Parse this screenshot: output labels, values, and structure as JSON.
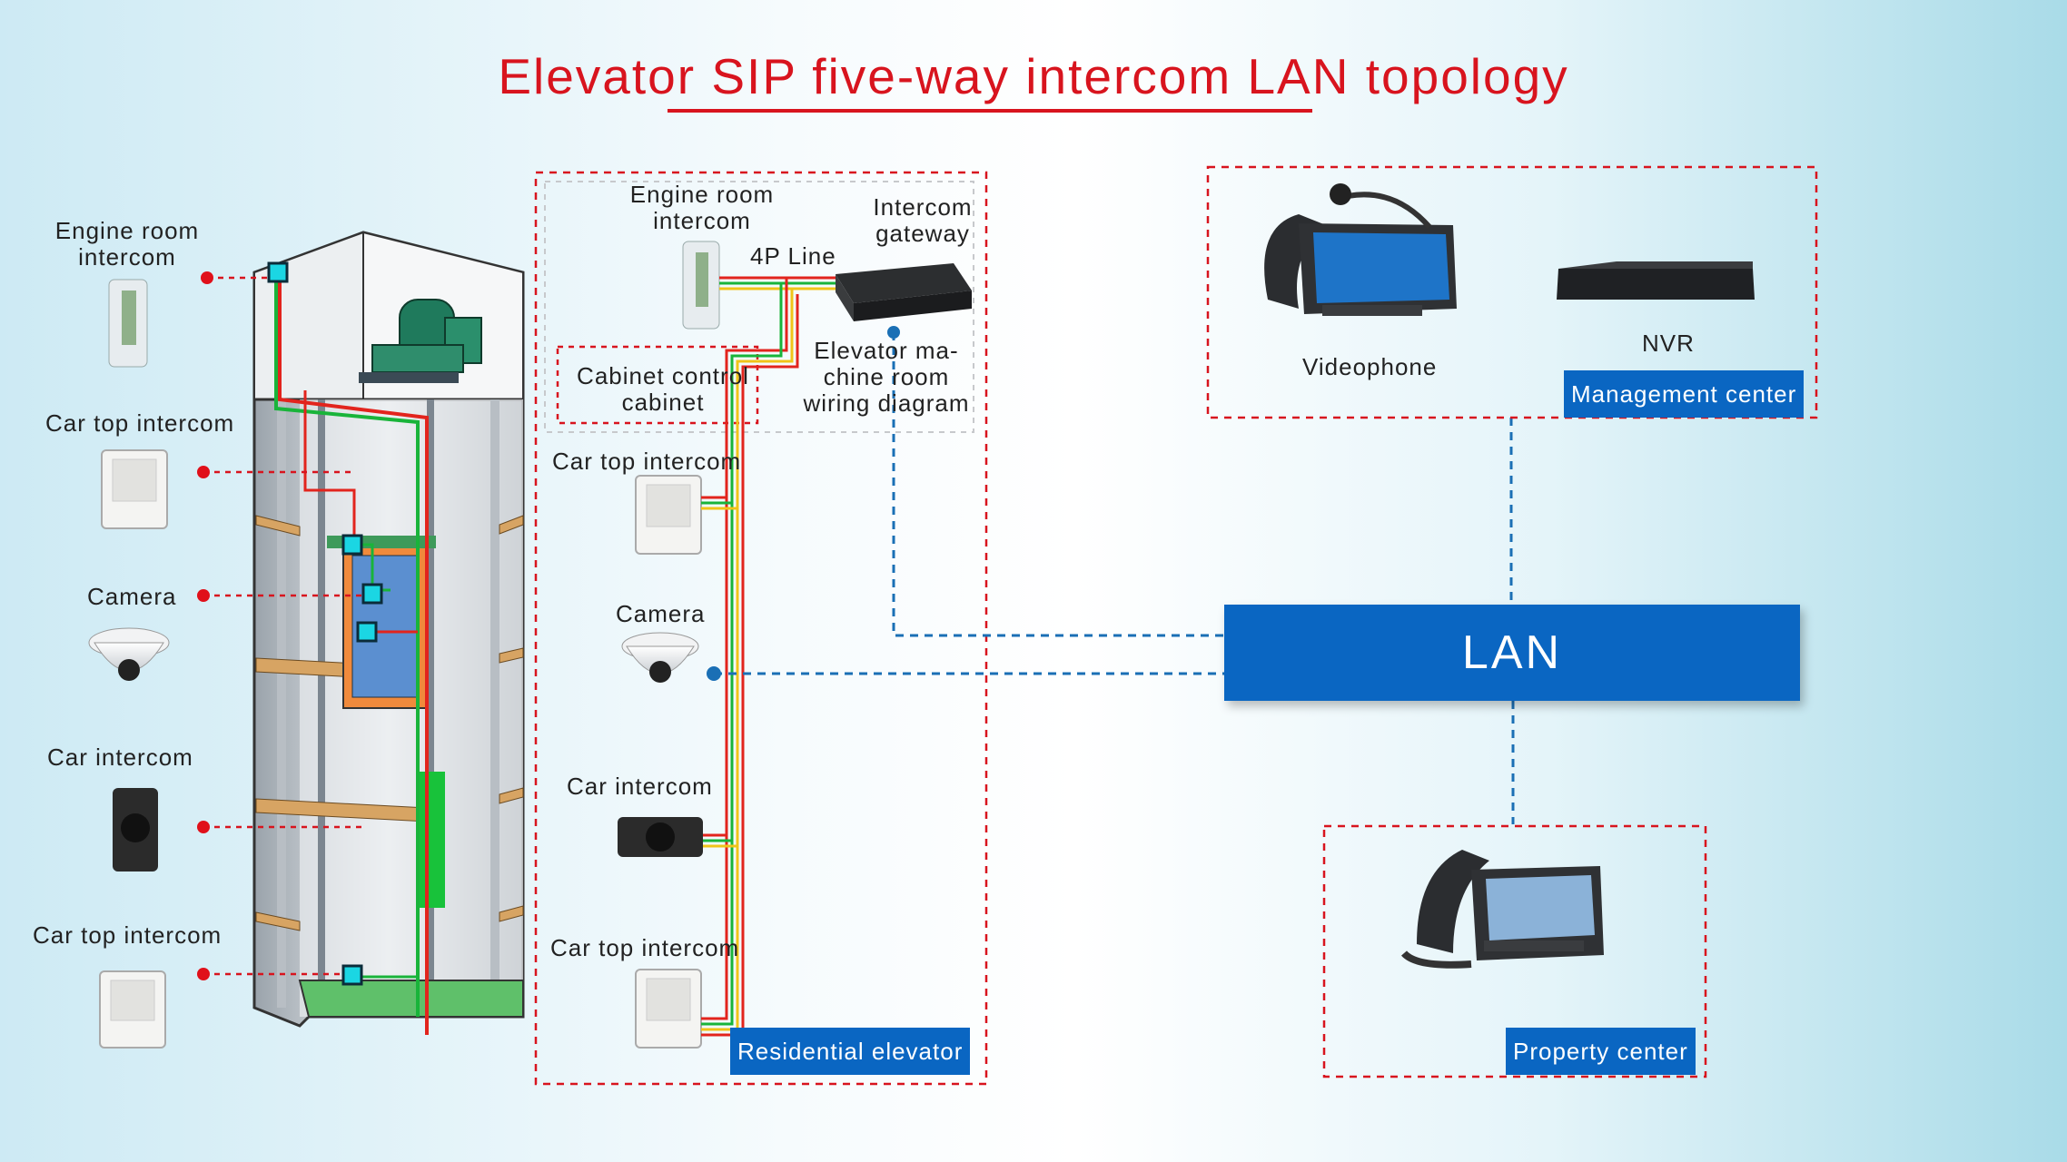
{
  "title": "Elevator SIP five-way intercom LAN topology",
  "left_panel": {
    "engine_room_intercom": "Engine room\nintercom",
    "car_top_intercom_1": "Car top intercom",
    "camera": "Camera",
    "car_intercom": "Car intercom",
    "car_top_intercom_2": "Car top intercom"
  },
  "residential": {
    "engine_room_intercom": "Engine room\nintercom",
    "four_p_line": "4P Line",
    "intercom_gateway": "Intercom\ngateway",
    "cabinet_control_cabinet": "Cabinet control\ncabinet",
    "wiring_diagram": "Elevator ma-\nchine room\nwiring diagram",
    "car_top_intercom_1": "Car top intercom",
    "camera": "Camera",
    "car_intercom": "Car intercom",
    "car_top_intercom_2": "Car top intercom",
    "tag": "Residential elevator"
  },
  "management": {
    "videophone": "Videophone",
    "nvr": "NVR",
    "tag": "Management center"
  },
  "lan": "LAN",
  "property": {
    "tag": "Property center"
  },
  "colors": {
    "title_red": "#d8141e",
    "accent_blue": "#0a66c2",
    "dash_red": "#d8141e",
    "dash_blue": "#1a6fb5"
  }
}
